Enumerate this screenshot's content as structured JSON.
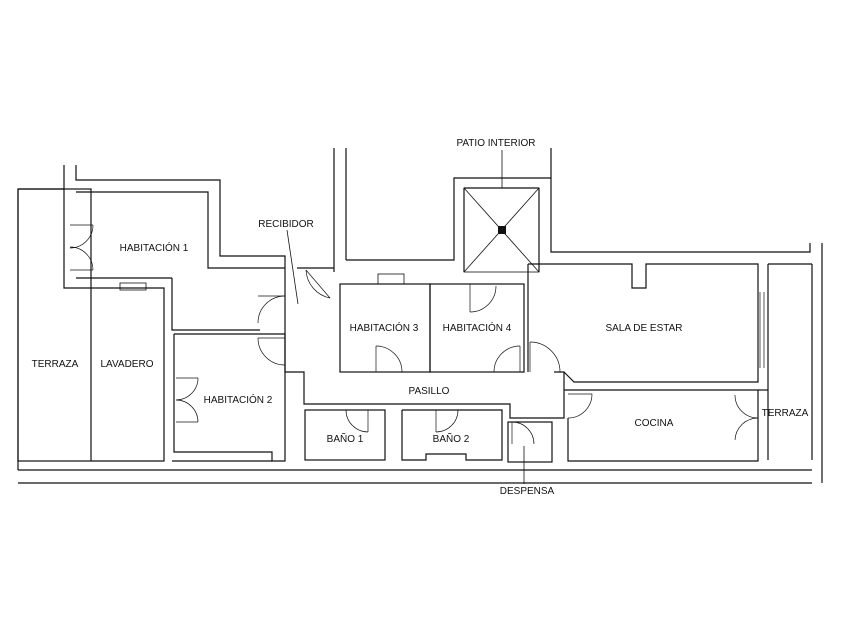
{
  "rooms": {
    "patio_interior": "PATIO INTERIOR",
    "recibidor": "RECIBIDOR",
    "habitacion_1": "HABITACIÓN 1",
    "habitacion_2": "HABITACIÓN 2",
    "habitacion_3": "HABITACIÓN 3",
    "habitacion_4": "HABITACIÓN 4",
    "sala_de_estar": "SALA DE ESTAR",
    "terraza_left": "TERRAZA",
    "lavadero": "LAVADERO",
    "pasillo": "PASILLO",
    "cocina": "COCINA",
    "terraza_right": "TERRAZA",
    "bano_1": "BAÑO 1",
    "bano_2": "BAÑO 2",
    "despensa": "DESPENSA"
  }
}
